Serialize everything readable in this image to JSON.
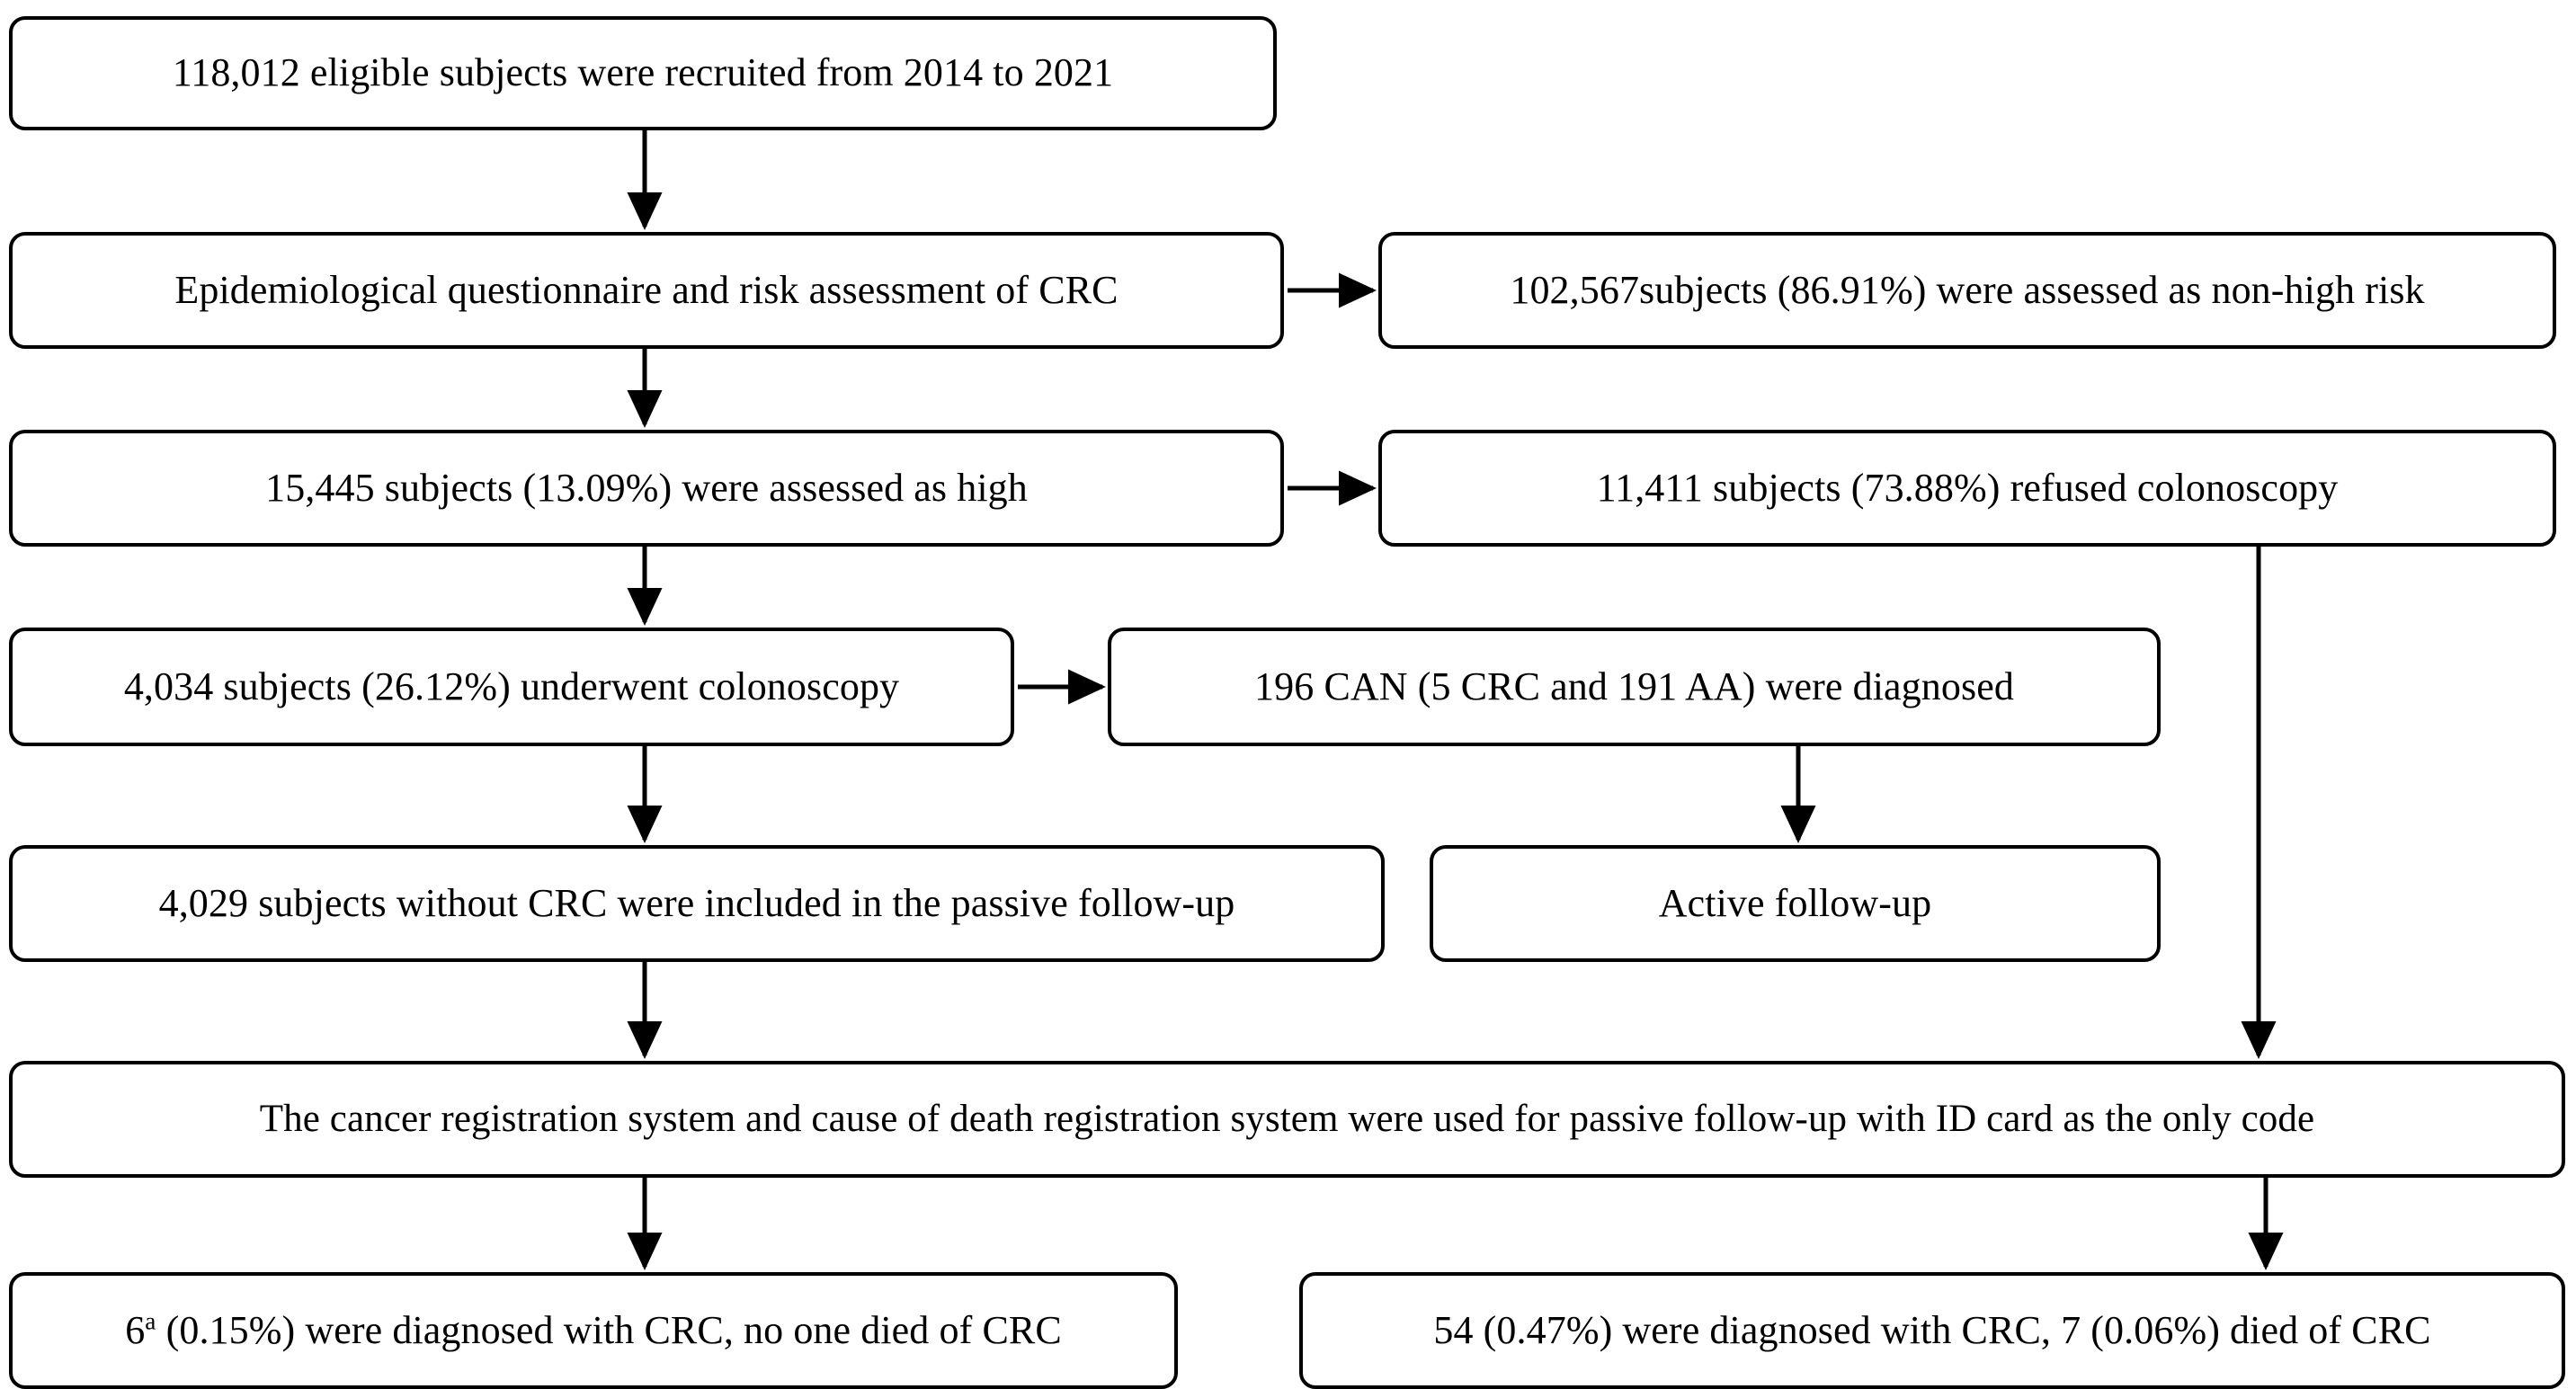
{
  "diagram": {
    "title": "Colorectal cancer screening cohort flowchart",
    "type": "flowchart",
    "accent_color": "#000000",
    "background_color": "#ffffff",
    "nodes": {
      "recruited": "118,012 eligible subjects were recruited from 2014 to 2021",
      "questionnaire": "Epidemiological questionnaire and risk assessment of CRC",
      "non_high_risk": "102,567subjects (86.91%) were assessed as non-high risk",
      "high_risk": "15,445 subjects (13.09%) were assessed as high",
      "refused_colonoscopy": "11,411 subjects (73.88%) refused colonoscopy",
      "underwent_colonoscopy": "4,034 subjects (26.12%) underwent colonoscopy",
      "can_diagnosed": "196 CAN (5 CRC and 191 AA) were diagnosed",
      "passive_included": "4,029 subjects without CRC were included in the passive follow-up",
      "active_follow_up": "Active follow-up",
      "registry": "The cancer registration system and cause of death registration system were used for passive follow-up with ID card as the only code",
      "crc_left_prefix": "6",
      "crc_left_superscript": "a",
      "crc_left_rest": " (0.15%) were diagnosed with CRC, no one died of CRC",
      "crc_right": "54 (0.47%) were diagnosed with CRC, 7 (0.06%) died of CRC"
    },
    "edges": [
      {
        "from": "recruited",
        "to": "questionnaire",
        "direction": "down"
      },
      {
        "from": "questionnaire",
        "to": "non_high_risk",
        "direction": "right"
      },
      {
        "from": "questionnaire",
        "to": "high_risk",
        "direction": "down"
      },
      {
        "from": "high_risk",
        "to": "refused_colonoscopy",
        "direction": "right"
      },
      {
        "from": "high_risk",
        "to": "underwent_colonoscopy",
        "direction": "down"
      },
      {
        "from": "underwent_colonoscopy",
        "to": "can_diagnosed",
        "direction": "right"
      },
      {
        "from": "underwent_colonoscopy",
        "to": "passive_included",
        "direction": "down"
      },
      {
        "from": "can_diagnosed",
        "to": "active_follow_up",
        "direction": "down"
      },
      {
        "from": "passive_included",
        "to": "registry",
        "direction": "down"
      },
      {
        "from": "refused_colonoscopy",
        "to": "registry",
        "direction": "down-long"
      },
      {
        "from": "registry",
        "to": "crc_left",
        "direction": "down"
      },
      {
        "from": "registry",
        "to": "crc_right",
        "direction": "down"
      }
    ]
  }
}
